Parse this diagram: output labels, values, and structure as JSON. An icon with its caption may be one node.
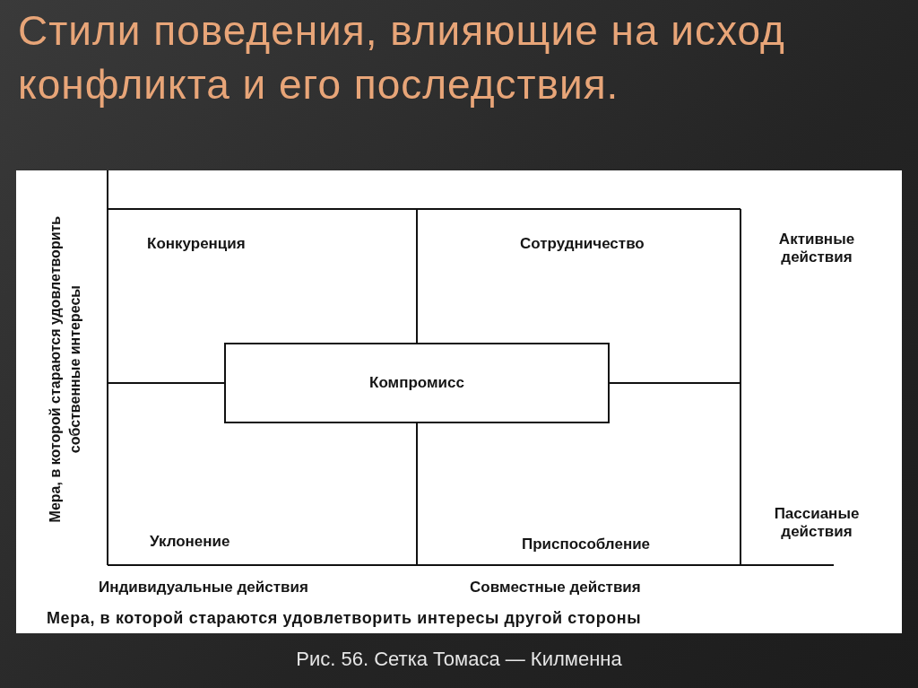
{
  "diagram": {
    "title": "Стили поведения, влияющие на исход конфликта и его последствия.",
    "caption": "Рис. 56. Сетка Томаса — Килменна",
    "nodes": [
      {
        "text": [
          "Компромисс"
        ]
      }
    ],
    "labels": [
      "Конкуренция",
      "Сотрудничество",
      "Активные действия",
      "Уклонение",
      "Приспособление",
      "Пассианые действия",
      "Индивидуальные действия",
      "Совместные действия",
      "Мера, в которой стараются удовлетворить интересы другой стороны",
      "Мера, в которой стараются удовлетворить собственные интересы"
    ]
  }
}
